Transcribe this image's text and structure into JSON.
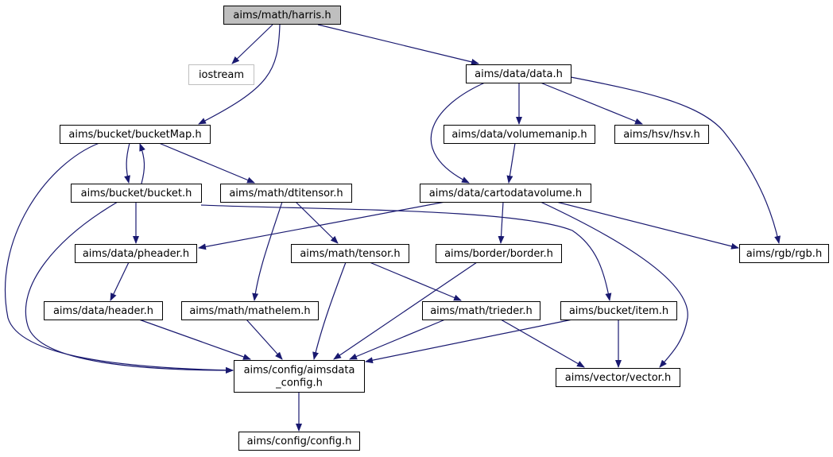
{
  "graph": {
    "edge_color": "#191970",
    "box_stroke": "#000000",
    "box_fill": "#ffffff",
    "highlight_fill": "#bfbfbf",
    "external_stroke": "#bfbfbf",
    "nodes": [
      {
        "id": "harris",
        "lines": [
          "aims/math/harris.h"
        ],
        "kind": "highlight"
      },
      {
        "id": "iostream",
        "lines": [
          "iostream"
        ],
        "kind": "external"
      },
      {
        "id": "data",
        "lines": [
          "aims/data/data.h"
        ],
        "kind": "normal"
      },
      {
        "id": "bucketMap",
        "lines": [
          "aims/bucket/bucketMap.h"
        ],
        "kind": "normal"
      },
      {
        "id": "volumemanip",
        "lines": [
          "aims/data/volumemanip.h"
        ],
        "kind": "normal"
      },
      {
        "id": "hsv",
        "lines": [
          "aims/hsv/hsv.h"
        ],
        "kind": "normal"
      },
      {
        "id": "bucket",
        "lines": [
          "aims/bucket/bucket.h"
        ],
        "kind": "normal"
      },
      {
        "id": "dtitensor",
        "lines": [
          "aims/math/dtitensor.h"
        ],
        "kind": "normal"
      },
      {
        "id": "cartodatavolume",
        "lines": [
          "aims/data/cartodatavolume.h"
        ],
        "kind": "normal"
      },
      {
        "id": "pheader",
        "lines": [
          "aims/data/pheader.h"
        ],
        "kind": "normal"
      },
      {
        "id": "tensor",
        "lines": [
          "aims/math/tensor.h"
        ],
        "kind": "normal"
      },
      {
        "id": "border",
        "lines": [
          "aims/border/border.h"
        ],
        "kind": "normal"
      },
      {
        "id": "rgb",
        "lines": [
          "aims/rgb/rgb.h"
        ],
        "kind": "normal"
      },
      {
        "id": "header",
        "lines": [
          "aims/data/header.h"
        ],
        "kind": "normal"
      },
      {
        "id": "mathelem",
        "lines": [
          "aims/math/mathelem.h"
        ],
        "kind": "normal"
      },
      {
        "id": "trieder",
        "lines": [
          "aims/math/trieder.h"
        ],
        "kind": "normal"
      },
      {
        "id": "item",
        "lines": [
          "aims/bucket/item.h"
        ],
        "kind": "normal"
      },
      {
        "id": "aimsdata_config",
        "lines": [
          "aims/config/aimsdata",
          "_config.h"
        ],
        "kind": "normal"
      },
      {
        "id": "vector",
        "lines": [
          "aims/vector/vector.h"
        ],
        "kind": "normal"
      },
      {
        "id": "config",
        "lines": [
          "aims/config/config.h"
        ],
        "kind": "normal"
      }
    ],
    "edges": [
      {
        "from": "harris",
        "to": "iostream"
      },
      {
        "from": "harris",
        "to": "data"
      },
      {
        "from": "harris",
        "to": "bucketMap"
      },
      {
        "from": "data",
        "to": "volumemanip"
      },
      {
        "from": "data",
        "to": "hsv"
      },
      {
        "from": "data",
        "to": "cartodatavolume"
      },
      {
        "from": "data",
        "to": "rgb"
      },
      {
        "from": "bucketMap",
        "to": "bucket"
      },
      {
        "from": "bucketMap",
        "to": "dtitensor"
      },
      {
        "from": "bucketMap",
        "to": "aimsdata_config"
      },
      {
        "from": "bucket",
        "to": "bucketMap"
      },
      {
        "from": "bucket",
        "to": "pheader"
      },
      {
        "from": "bucket",
        "to": "item"
      },
      {
        "from": "bucket",
        "to": "aimsdata_config"
      },
      {
        "from": "volumemanip",
        "to": "cartodatavolume"
      },
      {
        "from": "dtitensor",
        "to": "tensor"
      },
      {
        "from": "dtitensor",
        "to": "mathelem"
      },
      {
        "from": "cartodatavolume",
        "to": "pheader"
      },
      {
        "from": "cartodatavolume",
        "to": "border"
      },
      {
        "from": "cartodatavolume",
        "to": "rgb"
      },
      {
        "from": "cartodatavolume",
        "to": "vector"
      },
      {
        "from": "pheader",
        "to": "header"
      },
      {
        "from": "tensor",
        "to": "trieder"
      },
      {
        "from": "tensor",
        "to": "aimsdata_config"
      },
      {
        "from": "border",
        "to": "aimsdata_config"
      },
      {
        "from": "header",
        "to": "aimsdata_config"
      },
      {
        "from": "mathelem",
        "to": "aimsdata_config"
      },
      {
        "from": "trieder",
        "to": "aimsdata_config"
      },
      {
        "from": "trieder",
        "to": "vector"
      },
      {
        "from": "item",
        "to": "aimsdata_config"
      },
      {
        "from": "item",
        "to": "vector"
      },
      {
        "from": "aimsdata_config",
        "to": "config"
      }
    ]
  }
}
